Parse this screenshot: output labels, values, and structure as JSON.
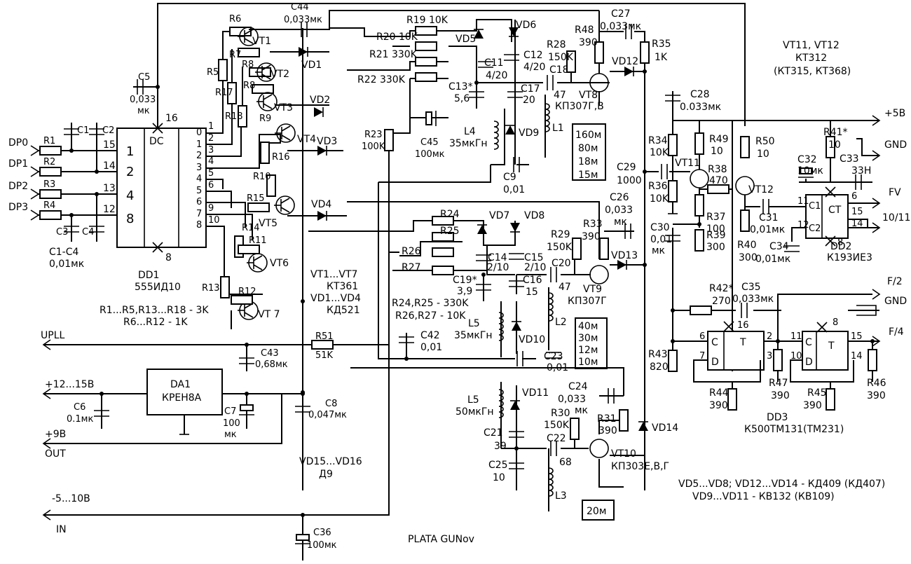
{
  "title": "PLATA GUNov",
  "chips": {
    "dd1": {
      "ref": "DD1",
      "part": "555ИД10",
      "func": "DC",
      "in_pins": [
        "1",
        "2",
        "4",
        "8"
      ],
      "in_nums": [
        "15",
        "14",
        "13",
        "12"
      ],
      "out_nums": [
        "0",
        "1",
        "2",
        "3",
        "4",
        "5",
        "6",
        "7",
        "8"
      ],
      "right_nums": [
        "1",
        "2",
        "3",
        "4",
        "5",
        "6",
        "9",
        "10"
      ],
      "vcc_pin": "16",
      "gnd_pin": "8"
    },
    "da1": {
      "ref": "DA1",
      "part": "КРЕН8А"
    },
    "dd2": {
      "ref": "DD2",
      "part": "К193ИЕ3",
      "func": "CT",
      "pins": {
        "c1": "C1",
        "c2": "C2",
        "p11": "11",
        "p12": "12",
        "p6": "6",
        "p15": "15",
        "p14": "14",
        "p8": "8"
      }
    },
    "dd3": {
      "ref": "DD3",
      "part": "К500ТМ131(ТМ231)",
      "func": "T",
      "pins": {
        "c": "C",
        "d": "D",
        "p6": "6",
        "p7": "7",
        "p2": "2",
        "p3": "3",
        "p16": "16",
        "p11": "11",
        "p10": "10",
        "p15": "15",
        "p14": "14",
        "p8": "8"
      }
    }
  },
  "inputs": [
    "DP0",
    "DP1",
    "DP2",
    "DP3"
  ],
  "ports": {
    "upll": "UPLL",
    "vin": "+12...15В",
    "out9": "+9В",
    "out": "OUT",
    "neg": "-5...10В",
    "in": "IN",
    "p5v": "+5В",
    "gnd1": "GND",
    "fv": "FV",
    "p1011": "10/11",
    "f2": "F/2",
    "gnd2": "GND",
    "f4": "F/4"
  },
  "labels": {
    "r1": "R1",
    "r2": "R2",
    "r3": "R3",
    "r4": "R4",
    "c1": "C1",
    "c2": "C2",
    "c3": "C3",
    "c4": "C4",
    "c1c4": "C1-C4",
    "c1c4v": "0,01мк",
    "c5": "C5",
    "c5v1": "0,033",
    "c5v2": "мк",
    "c44": "C44",
    "c44v": "0,033мк",
    "r5": "R5",
    "r6": "R6",
    "r7": "R7",
    "r8": "R8",
    "r9": "R9",
    "r10": "R10",
    "r11": "R11",
    "r12": "R12",
    "r13": "R13",
    "r14": "R14",
    "r15": "R15",
    "r16": "R16",
    "r17": "R17",
    "r18": "R18",
    "vt1": "VT1",
    "vt2": "VT2",
    "vt3": "VT3",
    "vt4": "VT4",
    "vt5": "VT5",
    "vt6": "VT6",
    "vt7": "VT 7",
    "vd1": "VD1",
    "vd2": "VD2",
    "vd3": "VD3",
    "vd4": "VD4",
    "vd5": "VD5",
    "vd6": "VD6",
    "vd7": "VD7",
    "vd8": "VD8",
    "vd9": "VD9",
    "vd10": "VD10",
    "vd11": "VD11",
    "vd12": "VD12",
    "vd13": "VD13",
    "vd14": "VD14",
    "r19": "R19 10K",
    "r20": "R20 10K",
    "r21": "R21 330K",
    "r22": "R22 330K",
    "r23": "R23",
    "r23v": "100K",
    "c45": "C45",
    "c45v": "100мк",
    "c11": "C11",
    "c11v": "4/20",
    "c12": "C12",
    "c12v": "4/20",
    "c13": "C13*",
    "c13v": "5,6",
    "c17": "C17",
    "c17v": "20",
    "r28": "R28",
    "r28v": "150K",
    "c18": "C18",
    "c18v": "47",
    "r48": "R48",
    "r48v": "390",
    "c27": "C27",
    "c27v": "0,033мк",
    "r35": "R35",
    "r35v": "1K",
    "vt8": "VT8",
    "vt8p": "КП307Г,В",
    "l1": "L1",
    "l4": "L4",
    "l4v": "35мкГн",
    "c9": "C9",
    "c9v": "0,01",
    "band1": [
      "160м",
      "80м",
      "18м",
      "15м"
    ],
    "c29": "C29",
    "c29v": "1000",
    "r24": "R24",
    "r25": "R25",
    "r26": "R26",
    "r27": "R27",
    "c14": "C14",
    "c14v": "2/10",
    "c15": "C15",
    "c15v": "2/10",
    "c19": "C19*",
    "c19v": "3,9",
    "c16": "C16",
    "c16v": "15",
    "r29": "R29",
    "r29v": "150K",
    "c20": "C20",
    "c20v": "47",
    "r33": "R33",
    "r33v": "390",
    "c26": "C26",
    "c26v1": "0,033",
    "c26v2": "мк",
    "vt9": "VT9",
    "vt9p": "КП307Г",
    "l2": "L2",
    "c23": "C23",
    "c23v": "0,01",
    "band2": [
      "40м",
      "30м",
      "12м",
      "10м"
    ],
    "r24r25": "R24,R25 - 330K",
    "r26r27": "R26,R27 - 10K",
    "l5a": "L5",
    "l5av": "35мкГн",
    "c42": "C42",
    "c42v": "0,01",
    "c43": "C43",
    "c43v": "0,68мк",
    "r51": "R51",
    "r51v": "51K",
    "l5b": "L5",
    "l5bv": "50мкГн",
    "c24": "C24",
    "c24v1": "0,033",
    "c24v2": "мк",
    "r30": "R30",
    "r30v": "150K",
    "r31": "R31",
    "r31v": "390",
    "c21": "C21",
    "c21v": "39",
    "c22": "C22",
    "c22v": "68",
    "c25": "C25",
    "c25v": "10",
    "vt10": "VT10",
    "vt10p": "КП303Е,В,Г",
    "l3": "L3",
    "band3": "20м",
    "c6": "C6",
    "c6v": "0.1мк",
    "c7": "C7",
    "c7v1": "100",
    "c7v2": "мк",
    "c8": "C8",
    "c8v": "0,047мк",
    "c36": "C36",
    "c36v": "100мк",
    "c28": "C28",
    "c28v": "0.033мк",
    "r34": "R34",
    "r34v": "10K",
    "r36": "R36",
    "r36v": "10K",
    "r49": "R49",
    "r49v": "10",
    "r50": "R50",
    "r50v": "10",
    "vt11": "VT11",
    "vt12": "VT12",
    "r38": "R38",
    "r38v": "470",
    "r37": "R37",
    "r37v": "100",
    "r39": "R39",
    "r39v": "300",
    "r40": "R40",
    "r40v": "300",
    "c30": "C30",
    "c30v1": "0,01",
    "c30v2": "мк",
    "c31": "C31",
    "c31v": "0,01мк",
    "r41": "R41*",
    "r41v": "10",
    "c32": "C32",
    "c32v": "10мк",
    "c33": "C33",
    "c33v": "33Н",
    "c34": "C34",
    "c34v": "0,01мк",
    "r42": "R42*",
    "r42v": "270",
    "c35": "C35",
    "c35v": "0,033мк",
    "r43": "R43",
    "r43v": "820",
    "r44": "R44",
    "r44v": "390",
    "r45": "R45",
    "r45v": "390",
    "r46": "R46",
    "r46v": "390",
    "r47": "R47",
    "r47v": "390"
  },
  "notes": {
    "vt_list": "VT1...VT7",
    "vt_part": "КТ361",
    "vd_list": "VD1...VD4",
    "vd_part": "КД521",
    "r_note1": "R1...R5,R13...R18 - 3K",
    "r_note2": "R6...R12 - 1K",
    "vd15": "VD15...VD16",
    "d9": "Д9",
    "vt1112": "VT11, VT12",
    "kt312": "КТ312",
    "kt315": "(КТ315, КТ368)",
    "vd_note1": "VD5...VD8; VD12...VD14 - КД409 (КД407)",
    "vd_note2": "VD9...VD11 - КВ132 (КВ109)"
  }
}
